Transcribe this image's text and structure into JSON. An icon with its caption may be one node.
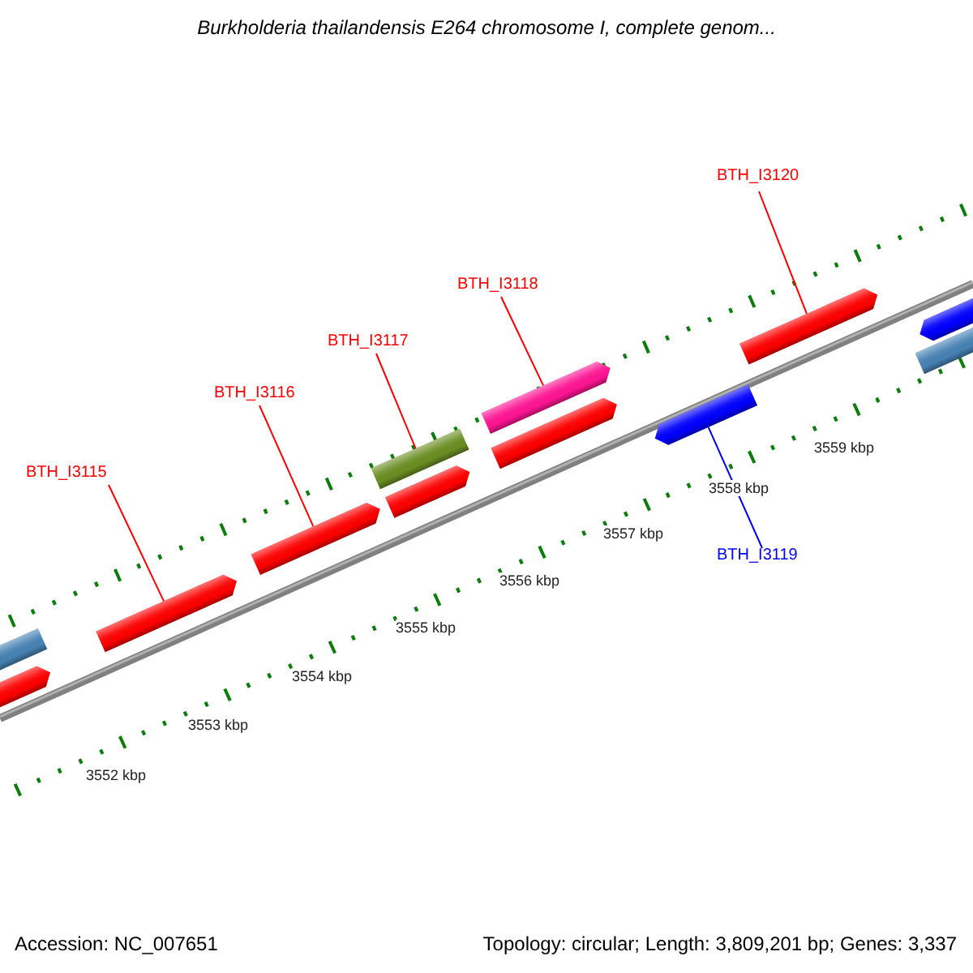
{
  "diagram": {
    "title": "Burkholderia thailandensis E264 chromosome I, complete genom...",
    "nodes": [
      {
        "text": [
          "BTH_I3115"
        ]
      },
      {
        "text": [
          "BTH_I3116"
        ]
      },
      {
        "text": [
          "BTH_I3117"
        ]
      },
      {
        "text": [
          "BTH_I3118"
        ]
      },
      {
        "text": [
          "BTH_I3120"
        ]
      },
      {
        "text": [
          "BTH_I3119"
        ]
      },
      {
        "text": [],
        "shape": "bar"
      },
      {
        "text": [],
        "shape": "bar"
      },
      {
        "text": [],
        "shape": "bar"
      },
      {
        "text": [],
        "shape": "bar"
      },
      {
        "text": [],
        "shape": "bar"
      },
      {
        "text": [],
        "shape": "bar"
      },
      {
        "text": [],
        "shape": "bar"
      },
      {
        "text": [],
        "shape": "bar"
      },
      {
        "text": [],
        "shape": "bar"
      },
      {
        "text": [],
        "shape": "bar"
      },
      {
        "text": [],
        "shape": "bar"
      },
      {
        "text": [],
        "shape": "bar"
      }
    ],
    "edges": [
      {
        "from": 0,
        "to": 8,
        "arrow": "none"
      },
      {
        "from": 1,
        "to": 9,
        "arrow": "none"
      },
      {
        "from": 2,
        "to": 10,
        "arrow": "none"
      },
      {
        "from": 3,
        "to": 12,
        "arrow": "none"
      },
      {
        "from": 4,
        "to": 15,
        "arrow": "none"
      },
      {
        "from": 5,
        "to": 14,
        "arrow": "none",
        "color": "#0000ff"
      }
    ],
    "labels": [
      "3552 kbp",
      "3553 kbp",
      "3554 kbp",
      "3555 kbp",
      "3556 kbp",
      "3557 kbp",
      "3558 kbp",
      "3559 kbp",
      "Accession: NC_007651",
      "Topology: circular; Length: 3,809,201 bp; Genes: 3,337"
    ]
  }
}
